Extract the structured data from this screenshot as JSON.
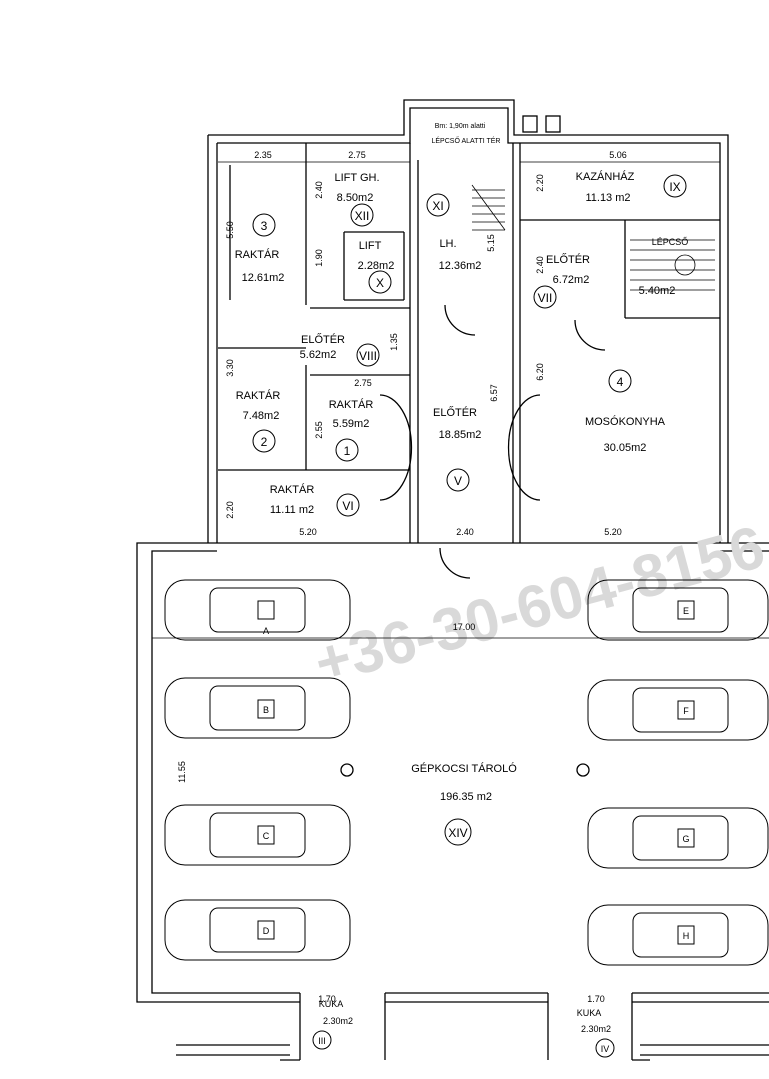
{
  "watermark": "+36-30-604-8156",
  "rooms": {
    "lift_gh": {
      "name": "LIFT GH.",
      "area": "8.50m2",
      "roman": "XII"
    },
    "lift": {
      "name": "LIFT",
      "area": "2.28m2",
      "roman": "X"
    },
    "raktar3": {
      "name": "RAKTÁR",
      "area": "12.61m2",
      "num": "3"
    },
    "lh": {
      "name": "LH.",
      "area": "12.36m2",
      "roman": "XI"
    },
    "note": {
      "line1": "Bm: 1,90m alatti",
      "line2": "LÉPCSŐ ALATTI TÉR"
    },
    "kazanhaz": {
      "name": "KAZÁNHÁZ",
      "area": "11.13 m2",
      "roman": "IX"
    },
    "eloter_vii": {
      "name": "ELŐTÉR",
      "area": "6.72m2",
      "roman": "VII"
    },
    "lepcso": {
      "name": "LÉPCSŐ",
      "area": "5.40m2"
    },
    "eloter_viii": {
      "name": "ELŐTÉR",
      "area": "5.62m2",
      "roman": "VIII"
    },
    "raktar2": {
      "name": "RAKTÁR",
      "area": "7.48m2",
      "num": "2"
    },
    "raktar1": {
      "name": "RAKTÁR",
      "area": "5.59m2",
      "num": "1"
    },
    "eloter_v": {
      "name": "ELŐTÉR",
      "area": "18.85m2",
      "roman": "V"
    },
    "mosokonyha": {
      "name": "MOSÓKONYHA",
      "area": "30.05m2",
      "num": "4"
    },
    "raktar_vi": {
      "name": "RAKTÁR",
      "area": "11.11 m2",
      "roman": "VI"
    },
    "garage": {
      "name": "GÉPKOCSI TÁROLÓ",
      "area": "196.35 m2",
      "roman": "XIV"
    },
    "kuka_iii": {
      "name": "KUKA",
      "area": "2.30m2",
      "roman": "III"
    },
    "kuka_iv": {
      "name": "KUKA",
      "area": "2.30m2",
      "roman": "IV"
    }
  },
  "dims": {
    "d235": "2.35",
    "d275a": "2.75",
    "d506": "5.06",
    "d220a": "2.20",
    "d550": "5.50",
    "d240a": "2.40",
    "d190": "1.90",
    "d515": "5.15",
    "d240b": "2.40",
    "d135": "1.35",
    "d330": "3.30",
    "d275b": "2.75",
    "d255": "2.55",
    "d657": "6.57",
    "d620": "6.20",
    "d220b": "2.20",
    "d520a": "5.20",
    "d240c": "2.40",
    "d520b": "5.20",
    "d1700": "17.00",
    "d1155": "11.55",
    "d170a": "1.70",
    "d170b": "1.70"
  },
  "parking": [
    "A",
    "B",
    "C",
    "D",
    "E",
    "F",
    "G",
    "H"
  ]
}
